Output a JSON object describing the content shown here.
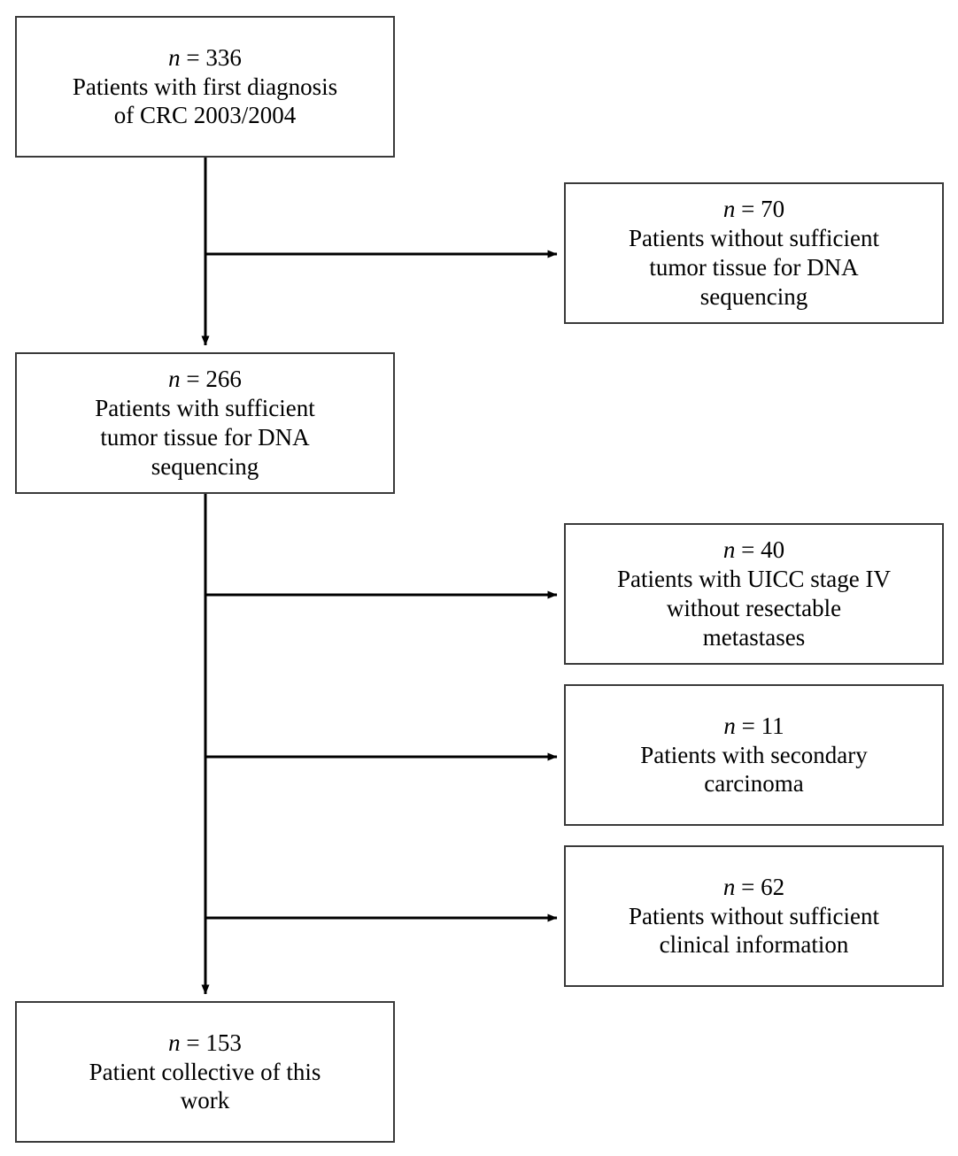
{
  "diagram": {
    "title": "CRC patient selection flow diagram",
    "type": "flowchart",
    "line_color": "#3a3a3a",
    "background": "#ffffff",
    "nodes": [
      {
        "id": "n1",
        "column": "main",
        "count": "n = 336",
        "count_symbol": "n",
        "count_value": "336",
        "label": "Patients with first diagnosis\nof CRC 2003/2004"
      },
      {
        "id": "n2",
        "column": "exclusion",
        "count": "n = 70",
        "count_symbol": "n",
        "count_value": "70",
        "label": "Patients without sufficient\ntumor tissue for DNA\nsequencing"
      },
      {
        "id": "n3",
        "column": "main",
        "count": "n = 266",
        "count_symbol": "n",
        "count_value": "266",
        "label": "Patients with sufficient\ntumor tissue for DNA\nsequencing"
      },
      {
        "id": "n4",
        "column": "exclusion",
        "count": "n = 40",
        "count_symbol": "n",
        "count_value": "40",
        "label": "Patients with UICC stage IV\nwithout resectable\nmetastases"
      },
      {
        "id": "n5",
        "column": "exclusion",
        "count": "n = 11",
        "count_symbol": "n",
        "count_value": "11",
        "label": "Patients with secondary\ncarcinoma"
      },
      {
        "id": "n6",
        "column": "exclusion",
        "count": "n = 62",
        "count_symbol": "n",
        "count_value": "62",
        "label": "Patients without sufficient\nclinical information"
      },
      {
        "id": "n7",
        "column": "main",
        "count": "n = 153",
        "count_symbol": "n",
        "count_value": "153",
        "label": "Patient collective of this\nwork"
      }
    ],
    "connectors": [
      {
        "id": "trunk-1",
        "from": "n1",
        "to": "n3",
        "kind": "vertical-arrow"
      },
      {
        "id": "branch-1",
        "from": "trunk",
        "to": "n2",
        "kind": "horizontal-arrow"
      },
      {
        "id": "trunk-2",
        "from": "n3",
        "to": "n7",
        "kind": "vertical-arrow"
      },
      {
        "id": "branch-2",
        "from": "trunk",
        "to": "n4",
        "kind": "horizontal-arrow"
      },
      {
        "id": "branch-3",
        "from": "trunk",
        "to": "n5",
        "kind": "horizontal-arrow"
      },
      {
        "id": "branch-4",
        "from": "trunk",
        "to": "n6",
        "kind": "horizontal-arrow"
      }
    ]
  }
}
